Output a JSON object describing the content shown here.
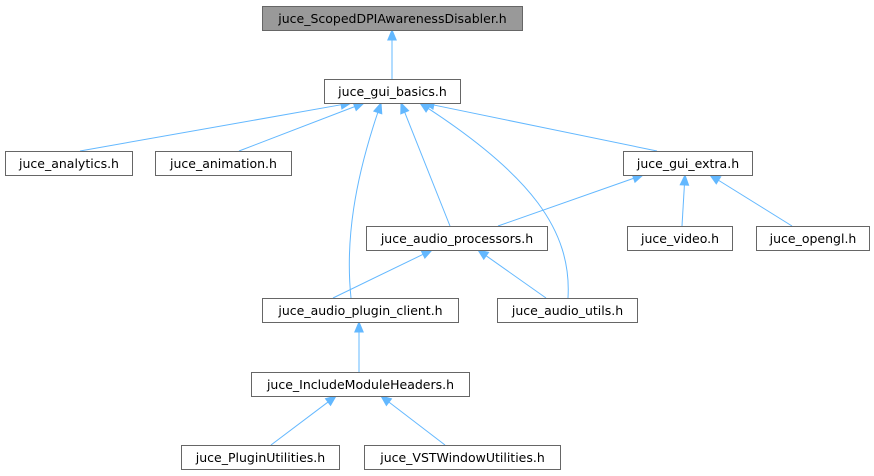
{
  "graph": {
    "edge_color": "#63b8ff",
    "root_fill": "#999999",
    "nodes": [
      {
        "id": "n0",
        "label": "juce_ScopedDPIAwarenessDisabler.h",
        "root": true
      },
      {
        "id": "n1",
        "label": "juce_gui_basics.h"
      },
      {
        "id": "n2",
        "label": "juce_analytics.h"
      },
      {
        "id": "n3",
        "label": "juce_animation.h"
      },
      {
        "id": "n4",
        "label": "juce_gui_extra.h"
      },
      {
        "id": "n5",
        "label": "juce_audio_processors.h"
      },
      {
        "id": "n6",
        "label": "juce_video.h"
      },
      {
        "id": "n7",
        "label": "juce_opengl.h"
      },
      {
        "id": "n8",
        "label": "juce_audio_plugin_client.h"
      },
      {
        "id": "n9",
        "label": "juce_audio_utils.h"
      },
      {
        "id": "n10",
        "label": "juce_IncludeModuleHeaders.h"
      },
      {
        "id": "n11",
        "label": "juce_PluginUtilities.h"
      },
      {
        "id": "n12",
        "label": "juce_VSTWindowUtilities.h"
      }
    ],
    "edges": [
      {
        "from": "n1",
        "to": "n0"
      },
      {
        "from": "n2",
        "to": "n1"
      },
      {
        "from": "n3",
        "to": "n1"
      },
      {
        "from": "n4",
        "to": "n1"
      },
      {
        "from": "n5",
        "to": "n1"
      },
      {
        "from": "n8",
        "to": "n1"
      },
      {
        "from": "n9",
        "to": "n1"
      },
      {
        "from": "n5",
        "to": "n4"
      },
      {
        "from": "n6",
        "to": "n4"
      },
      {
        "from": "n7",
        "to": "n4"
      },
      {
        "from": "n8",
        "to": "n5"
      },
      {
        "from": "n9",
        "to": "n5"
      },
      {
        "from": "n10",
        "to": "n8"
      },
      {
        "from": "n11",
        "to": "n10"
      },
      {
        "from": "n12",
        "to": "n10"
      }
    ]
  }
}
